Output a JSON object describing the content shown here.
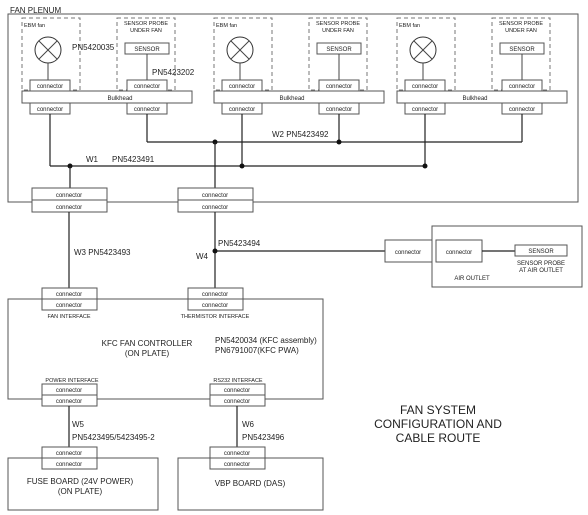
{
  "plenum": {
    "title": "FAN PLENUM",
    "units": [
      {
        "fan_label": "EBM fan",
        "probe_title": [
          "SENSOR PROBE",
          "UNDER FAN"
        ],
        "sensor": "SENSOR",
        "conn_fan": "connector",
        "conn_sensor": "connector",
        "bulkhead": "Bulkhead",
        "below_fan": "connector",
        "below_sensor": "connector",
        "pn_fan": "PN5420035",
        "pn_probe": "PN5423202"
      },
      {
        "fan_label": "EBM fan",
        "probe_title": [
          "SENSOR PROBE",
          "UNDER FAN"
        ],
        "sensor": "SENSOR",
        "conn_fan": "connector",
        "conn_sensor": "connector",
        "bulkhead": "Bulkhead",
        "below_fan": "connector",
        "below_sensor": "connector"
      },
      {
        "fan_label": "EBM fan",
        "probe_title": [
          "SENSOR PROBE",
          "UNDER FAN"
        ],
        "sensor": "SENSOR",
        "conn_fan": "connector",
        "conn_sensor": "connector",
        "bulkhead": "Bulkhead",
        "below_fan": "connector",
        "below_sensor": "connector"
      }
    ],
    "w1": "W1",
    "w1_pn": "PN5423491",
    "w2": "W2 PN5423492",
    "bottom_connectors": [
      {
        "top": "connector",
        "bottom": "connector"
      },
      {
        "top": "connector",
        "bottom": "connector"
      }
    ]
  },
  "cables": {
    "w3": "W3 PN5423493",
    "w4": "W4",
    "w4_pn": "PN5423494",
    "w5": "W5",
    "w5_pn": "PN5423495/5423495-2",
    "w6": "W6",
    "w6_pn": "PN5423496"
  },
  "air_outlet": {
    "conn_left": "connector",
    "conn_inner": "connector",
    "sensor": "SENSOR",
    "probe": [
      "SENSOR PROBE",
      "AT AIR OUTLET"
    ],
    "label": "AIR OUTLET"
  },
  "controller": {
    "fan_if_conn": [
      "connector",
      "connector"
    ],
    "fan_if_label": "FAN INTERFACE",
    "therm_if_conn": [
      "connector",
      "connector"
    ],
    "therm_if_label": "THERMISTOR INTERFACE",
    "title": [
      "KFC FAN CONTROLLER",
      "(ON PLATE)"
    ],
    "pn": [
      "PN5420034 (KFC assembly)",
      "PN6791007(KFC PWA)"
    ],
    "power_if_label": "POWER INTERFACE",
    "power_conn": [
      "connector",
      "connector"
    ],
    "rs232_label": "RS232 INTERFACE",
    "rs232_conn": [
      "connector",
      "connector"
    ]
  },
  "fuse_board": {
    "conn": [
      "connector",
      "connector"
    ],
    "label": [
      "FUSE BOARD  (24V POWER)",
      "(ON PLATE)"
    ]
  },
  "vbp_board": {
    "conn": [
      "connector",
      "connector"
    ],
    "label": "VBP BOARD (DAS)"
  },
  "caption": [
    "FAN SYSTEM",
    "CONFIGURATION AND",
    "CABLE ROUTE"
  ]
}
